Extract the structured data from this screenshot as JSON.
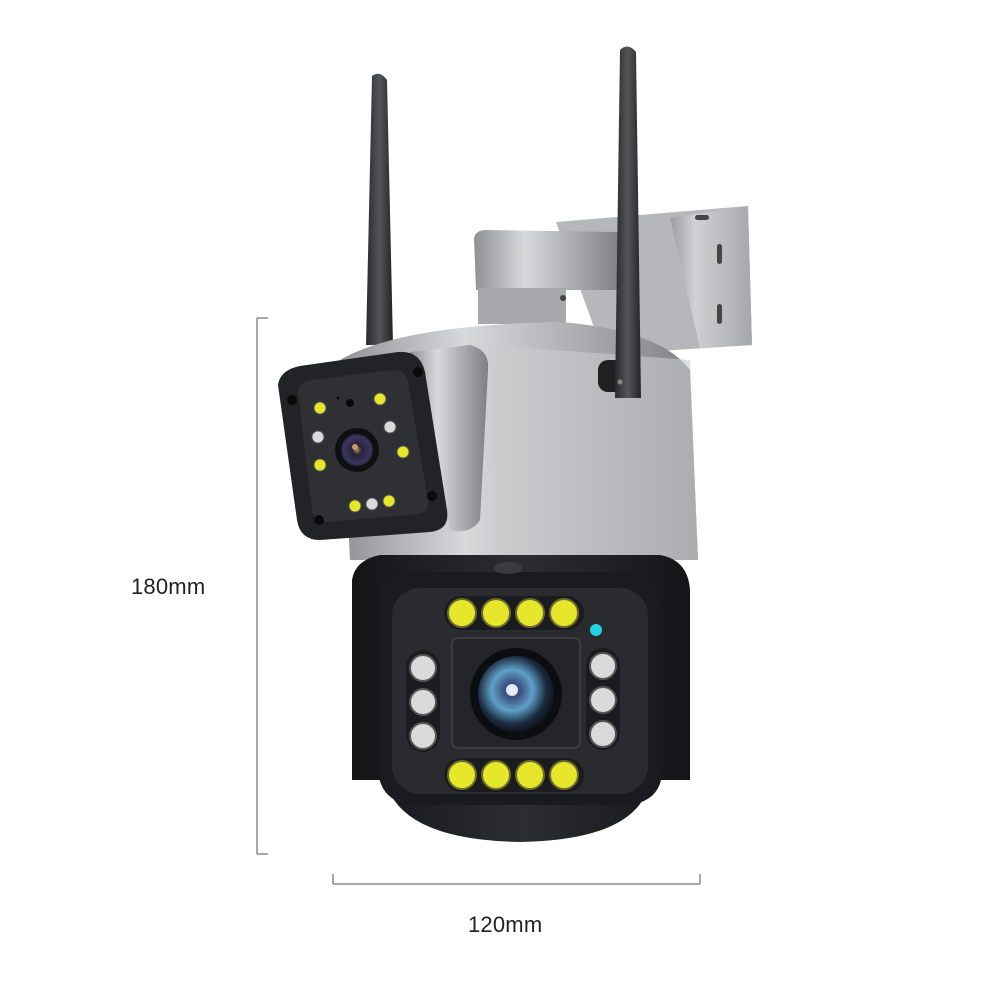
{
  "product": {
    "subject": "dual-lens PTZ wireless security camera",
    "parts": [
      "left-antenna",
      "right-antenna",
      "wall-mount-bracket",
      "upper-fixed-camera",
      "lower-ptz-dome-camera"
    ],
    "upper_camera": {
      "leds_yellow": 6,
      "leds_white": 3
    },
    "lower_camera": {
      "leds_yellow": 8,
      "leds_white": 6,
      "status_led_color": "#22d3e6"
    }
  },
  "dimensions": {
    "height_label": "180mm",
    "width_label": "120mm"
  },
  "colors": {
    "background": "#ffffff",
    "dimension_line": "#8a8a8a",
    "label_text": "#222222",
    "body_silver": "#b9bbbe",
    "body_black": "#1e1f22",
    "led_yellow": "#e6e62a",
    "led_white": "#d9dadc",
    "status_led": "#22d3e6"
  }
}
